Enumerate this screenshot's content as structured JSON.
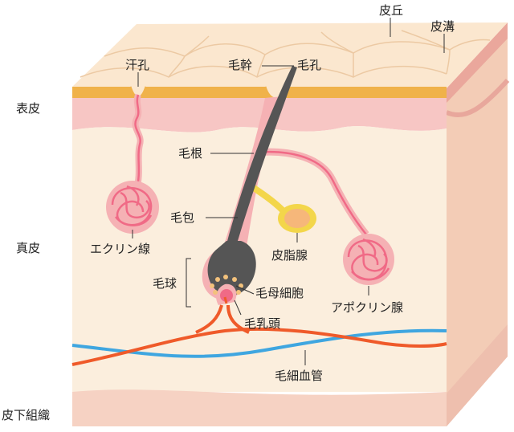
{
  "labels": {
    "hifu_kyu": "皮丘",
    "hifu_kou": "皮溝",
    "kanko": "汗孔",
    "mokan": "毛幹",
    "moko": "毛孔",
    "hyohi": "表皮",
    "mokon": "毛根",
    "mohou": "毛包",
    "eccrine": "エクリン線",
    "shinpi": "真皮",
    "hishisen": "皮脂腺",
    "mokyu": "毛球",
    "mobo_saibo": "毛母細胞",
    "apocrine": "アポクリン腺",
    "nyuto": "毛乳頭",
    "mosaikekkan": "毛細血管",
    "hika_soshiki": "皮下組織"
  },
  "colors": {
    "skin_top": "#fbe7cf",
    "skin_ridge": "#f7dcbd",
    "epidermis_orange": "#f0b24a",
    "epidermis_pink": "#f7c6c4",
    "dermis": "#fbeedd",
    "subcutis": "#f6d2c3",
    "side_face": "#f3ccb6",
    "hair": "#555555",
    "follicle_pink": "#f5b1b4",
    "gland_red": "#f06a86",
    "sebaceous_yellow": "#f3d64a",
    "artery_red": "#ef5a2a",
    "vein_blue": "#3fa6e0"
  }
}
